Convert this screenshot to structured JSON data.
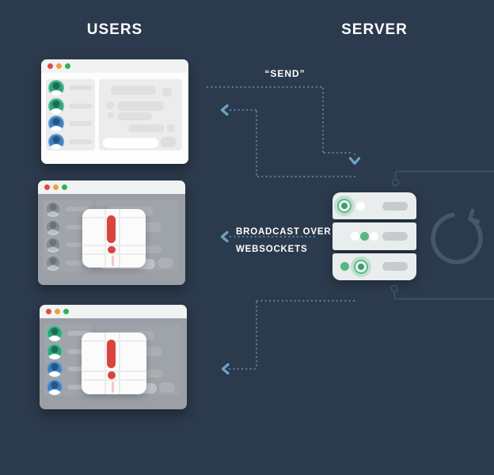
{
  "page": {
    "background": "#2b3a4c"
  },
  "headers": {
    "users": "USERS",
    "server": "SERVER"
  },
  "labels": {
    "send": "“SEND”",
    "broadcast_line1": "BROADCAST OVER",
    "broadcast_line2": "WEBSOCKETS"
  },
  "colors": {
    "background": "#2b3a4c",
    "dotted_line": "#527a9e",
    "arrow": "#6ea3c9",
    "connector": "#3a5064",
    "refresh_icon": "#44586d",
    "alert_red": "#d8453e",
    "avatar_green": "#2aa878",
    "avatar_blue": "#3a7fc1"
  },
  "traffic_lights": [
    "#df4b43",
    "#e8a33d",
    "#2eb452"
  ],
  "users_windows": {
    "window1": {
      "state": "chat",
      "avatars": [
        "green",
        "green",
        "blue",
        "blue"
      ]
    },
    "window2": {
      "state": "alert",
      "avatars": [
        "gray",
        "gray",
        "gray",
        "gray"
      ]
    },
    "window3": {
      "state": "alert",
      "avatars": [
        "green",
        "green",
        "blue",
        "blue"
      ]
    }
  },
  "server_rack": {
    "units": [
      [
        "led-glow",
        "led-white"
      ],
      [
        "led-white",
        "led-green",
        "led-white"
      ],
      [
        "led-green",
        "led-glow"
      ]
    ]
  }
}
